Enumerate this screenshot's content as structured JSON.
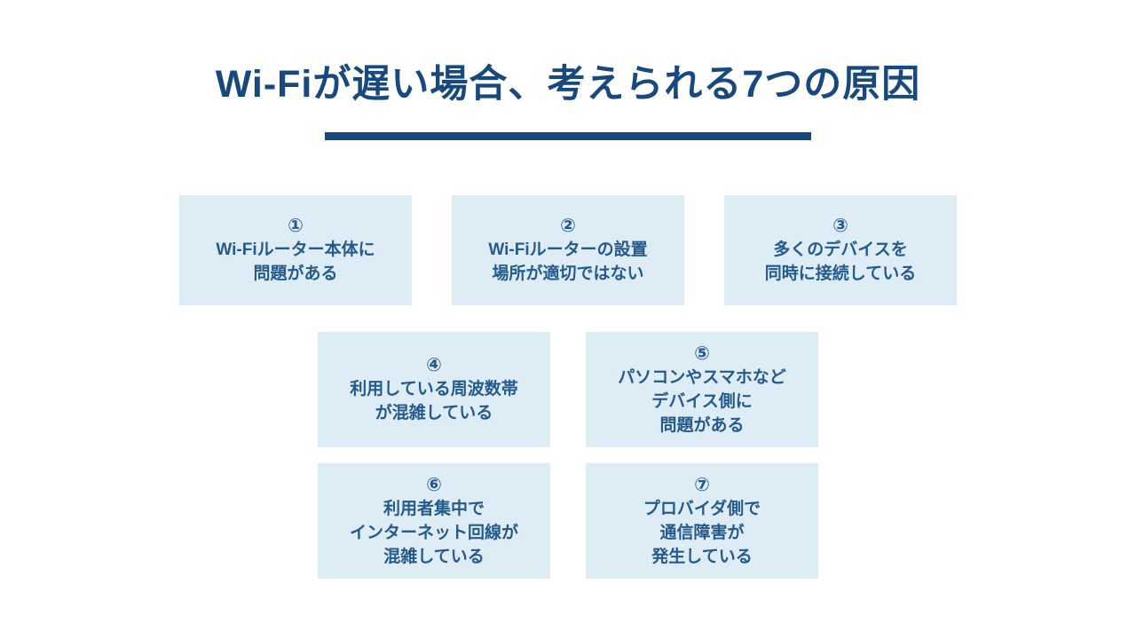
{
  "title": "Wi-Fiが遅い場合、考えられる7つの原因",
  "colors": {
    "accent": "#17497f",
    "card_background": "#ddecf5",
    "card_text": "#255a8c",
    "page_background": "#ffffff"
  },
  "cards": [
    {
      "number": "①",
      "text": "Wi-Fiルーター本体に\n問題がある"
    },
    {
      "number": "②",
      "text": "Wi-Fiルーターの設置\n場所が適切ではない"
    },
    {
      "number": "③",
      "text": "多くのデバイスを\n同時に接続している"
    },
    {
      "number": "④",
      "text": "利用している周波数帯\nが混雑している"
    },
    {
      "number": "⑤",
      "text": "パソコンやスマホなど\nデバイス側に\n問題がある"
    },
    {
      "number": "⑥",
      "text": "利用者集中で\nインターネット回線が\n混雑している"
    },
    {
      "number": "⑦",
      "text": "プロバイダ側で\n通信障害が\n発生している"
    }
  ]
}
